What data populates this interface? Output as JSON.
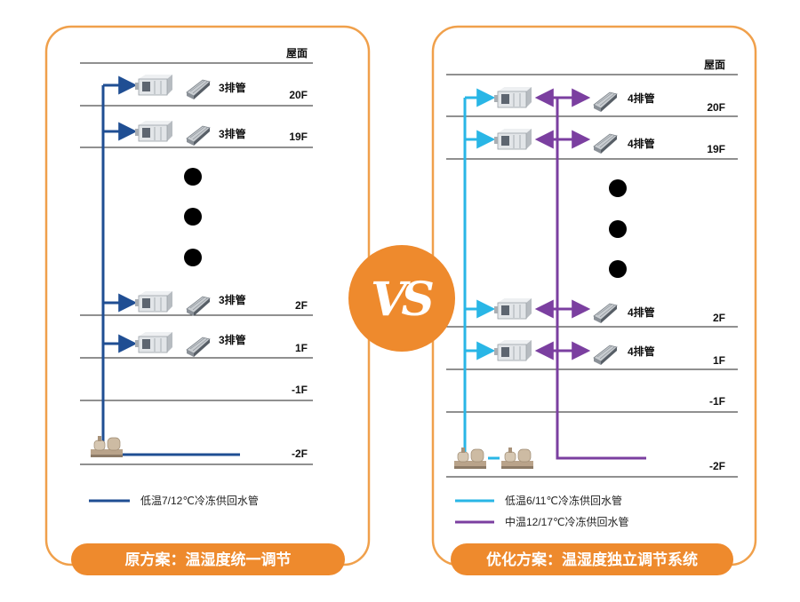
{
  "colors": {
    "panel_border": "#f0a04b",
    "caption_bg": "#ee8a2d",
    "vs_bg": "#ee8a2d",
    "pipe_low_left": "#1f4e93",
    "pipe_low_right": "#29b6e6",
    "pipe_mid_right": "#7b3fa0"
  },
  "vs_label": "VS",
  "left_panel": {
    "floors": [
      "屋面",
      "20F",
      "19F",
      "2F",
      "1F",
      "-1F",
      "-2F"
    ],
    "row_label": "3排管",
    "legend": [
      {
        "label": "低温7/12℃冷冻供回水管",
        "color": "#1f4e93"
      }
    ],
    "caption": "原方案：温湿度统一调节"
  },
  "right_panel": {
    "floors": [
      "屋面",
      "20F",
      "19F",
      "2F",
      "1F",
      "-1F",
      "-2F"
    ],
    "row_label": "4排管",
    "legend": [
      {
        "label": "低温6/11℃冷冻供回水管",
        "color": "#29b6e6"
      },
      {
        "label": "中温12/17℃冷冻供回水管",
        "color": "#7b3fa0"
      }
    ],
    "caption": "优化方案：温湿度独立调节系统"
  },
  "icons": [
    "air-handler-icon",
    "fan-coil-icon",
    "chiller-icon",
    "ellipsis-dot-icon"
  ]
}
